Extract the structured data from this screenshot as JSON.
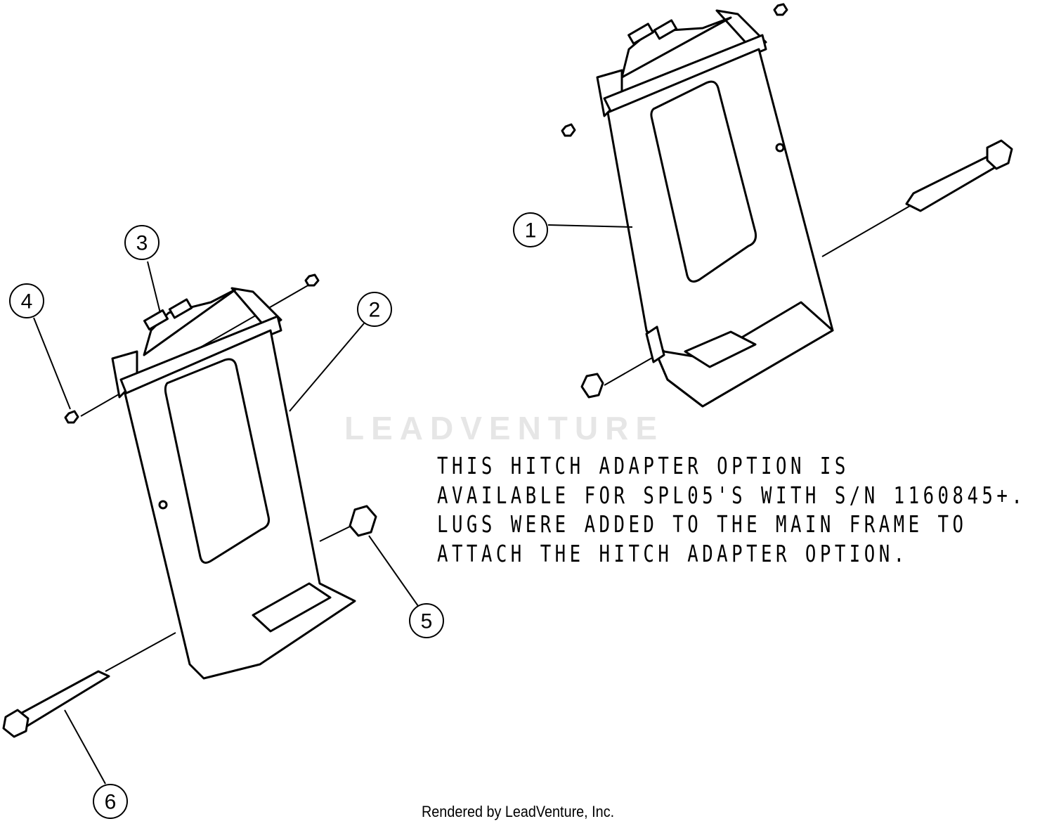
{
  "diagram": {
    "callouts": [
      "1",
      "2",
      "3",
      "4",
      "5",
      "6"
    ],
    "note_lines": [
      "THIS HITCH ADAPTER OPTION IS",
      "AVAILABLE FOR SPL05'S WITH S/N 1160845+.",
      "LUGS WERE ADDED TO THE MAIN FRAME TO",
      "ATTACH THE HITCH ADAPTER OPTION."
    ],
    "watermark": "LEADVENTURE",
    "footer": "Rendered by LeadVenture, Inc."
  }
}
